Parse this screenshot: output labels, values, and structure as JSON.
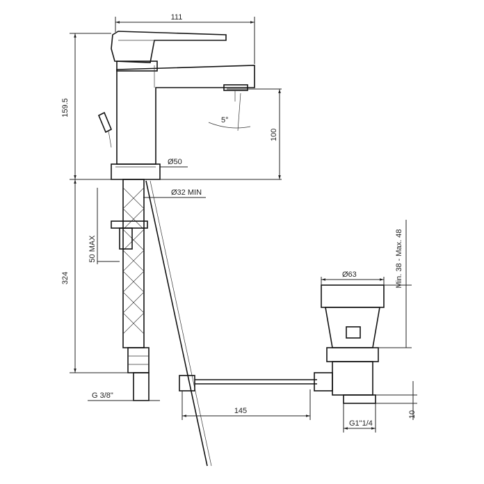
{
  "dimensions": {
    "spout_reach": "111",
    "total_height": "159.5",
    "spout_height": "100",
    "spout_angle": "5°",
    "base_diameter": "Ø50",
    "hole_diameter": "Ø32 MIN",
    "deck_thickness": "50 MAX",
    "hose_length": "324",
    "hose_thread": "G 3/8\"",
    "waste_diameter": "Ø63",
    "waste_range": "Min. 38 - Max. 48",
    "rod_length": "145",
    "waste_thread": "G1\"1/4",
    "waste_height": "10"
  }
}
